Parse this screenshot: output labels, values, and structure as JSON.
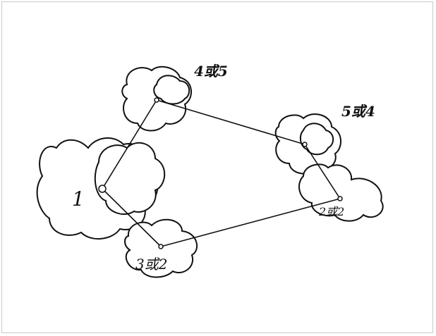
{
  "diagram": {
    "nodes": [
      {
        "id": "n1",
        "label": "1"
      },
      {
        "id": "n2",
        "label": "4或5"
      },
      {
        "id": "n3",
        "label": "5或4"
      },
      {
        "id": "n4",
        "label": "3或2"
      },
      {
        "id": "n5",
        "label": "2或2"
      }
    ],
    "colors": {
      "ink": "#111111",
      "background": "#ffffff",
      "frame": "#c9c9c9"
    }
  }
}
